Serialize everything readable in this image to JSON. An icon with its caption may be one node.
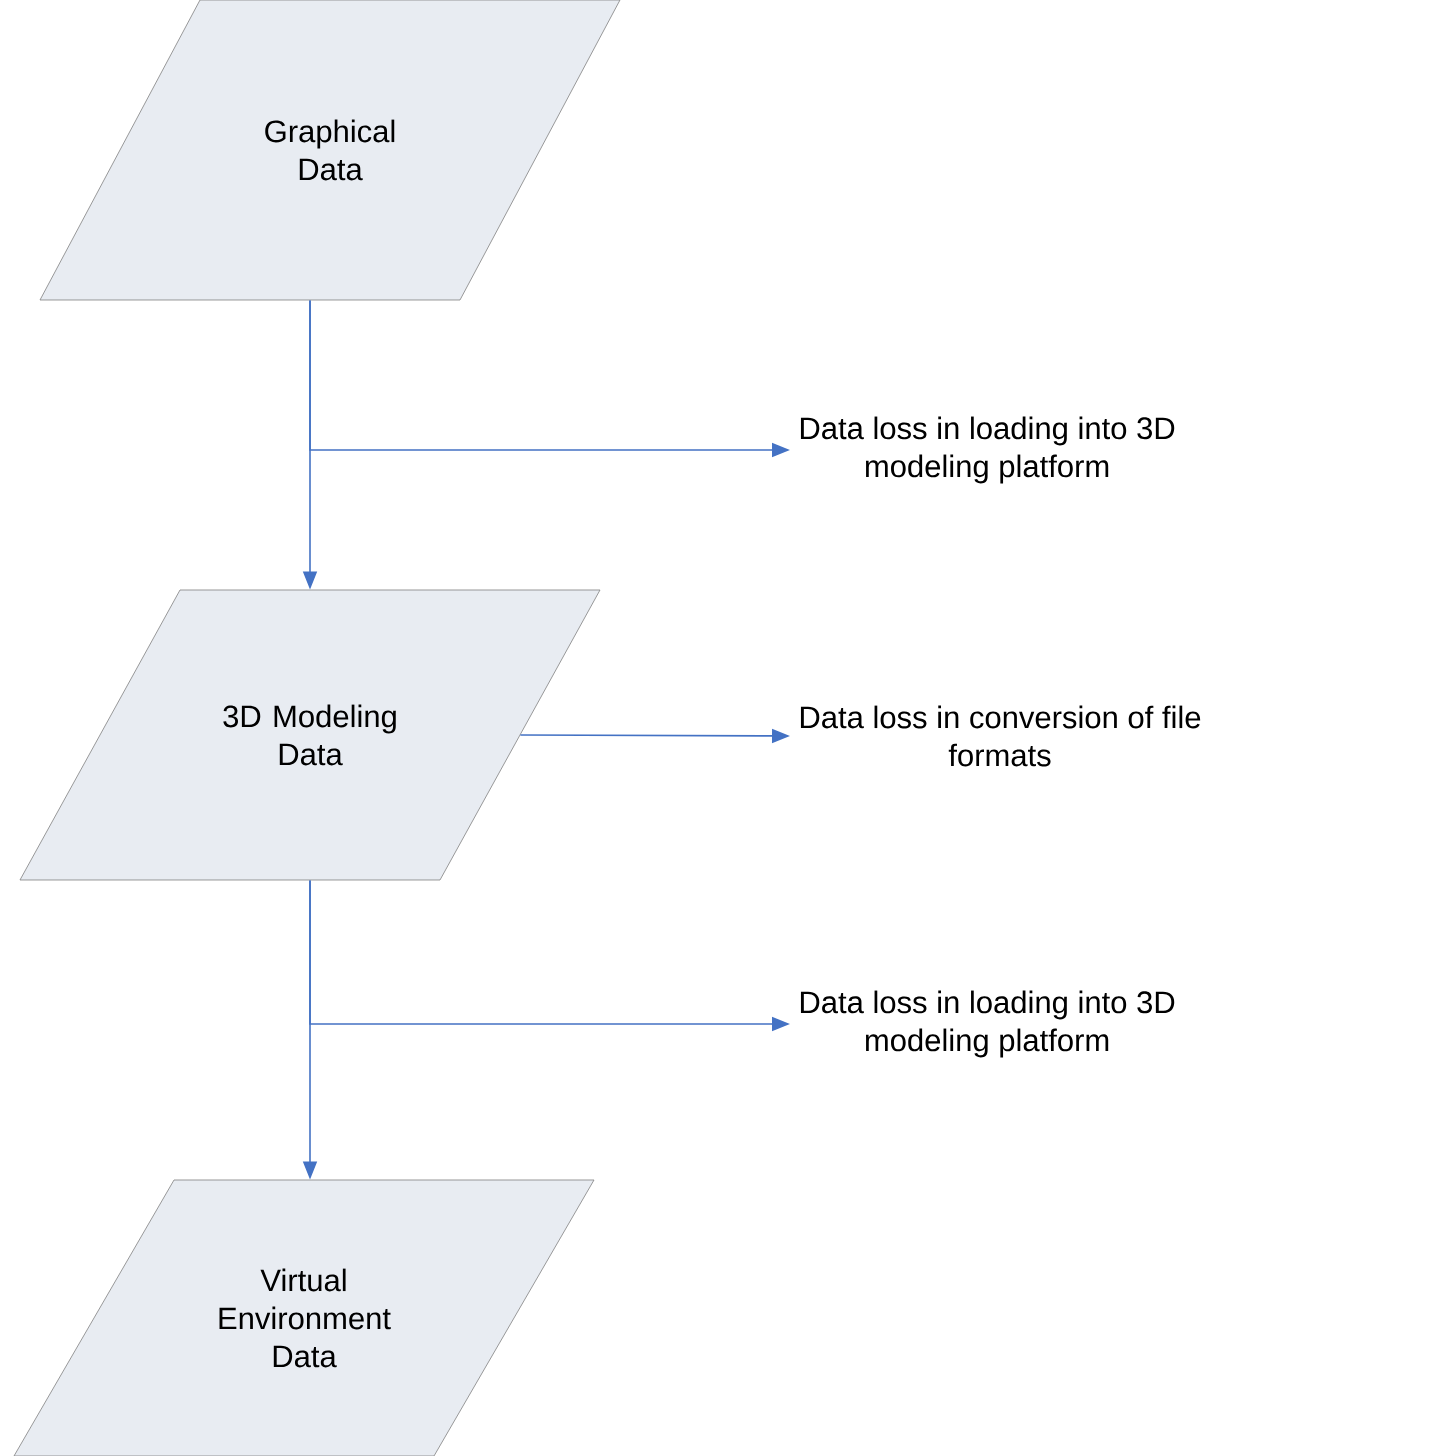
{
  "diagram": {
    "nodes": [
      {
        "text": [
          "Graphical Data"
        ]
      },
      {
        "text": [
          "3D Modeling Data"
        ]
      },
      {
        "text": [
          "Virtual Environment Data"
        ]
      },
      {
        "text": [
          "Data loss in loading into 3D modeling platform"
        ]
      },
      {
        "text": [
          "Data loss in conversion of file formats"
        ]
      },
      {
        "text": [
          "Data loss in loading into 3D modeling platform"
        ]
      }
    ],
    "edges": [
      {
        "from": 0,
        "to": 1,
        "arrow": "to"
      },
      {
        "from": 0,
        "to": 3,
        "arrow": "to"
      },
      {
        "from": 1,
        "to": 4,
        "arrow": "to"
      },
      {
        "from": 1,
        "to": 2,
        "arrow": "to"
      },
      {
        "from": 1,
        "to": 5,
        "arrow": "to"
      }
    ]
  }
}
